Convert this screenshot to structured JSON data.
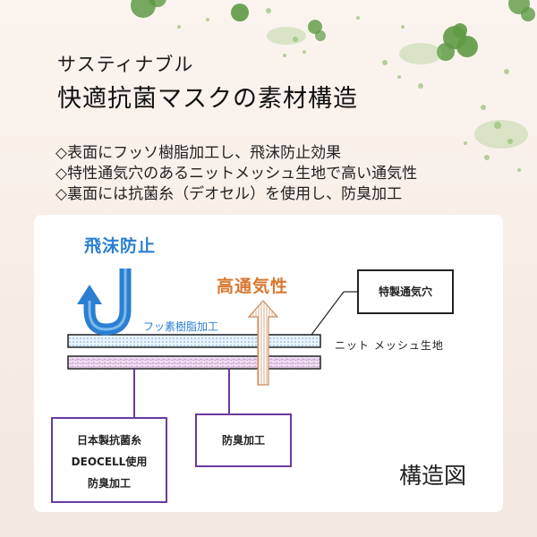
{
  "header": {
    "subtitle": "サスティナブル",
    "title": "快適抗菌マスクの素材構造"
  },
  "features": [
    "◇表面にフッソ樹脂加工し、飛沫防止効果",
    "◇特性通気穴のあるニットメッシュ生地で高い通気性",
    "◇裏面には抗菌糸（デオセル）を使用し、防臭加工"
  ],
  "diagram": {
    "splash_label": "飛沫防止",
    "breath_label": "高通気性",
    "fluoro_label": "フッ素樹脂加工",
    "knit_label": "ニット メッシュ生地",
    "hole_label": "特製通気穴",
    "proof_label": "防臭加工",
    "deocell_lines": [
      "日本製抗菌糸",
      "DEOCELL使用",
      "防臭加工"
    ],
    "caption": "構造図"
  },
  "colors": {
    "splash_blue": "#2a7fd2",
    "breath_orange": "#d9772f",
    "thread_purple": "#6a3a9c",
    "leaf_green": "#5e9a45"
  }
}
